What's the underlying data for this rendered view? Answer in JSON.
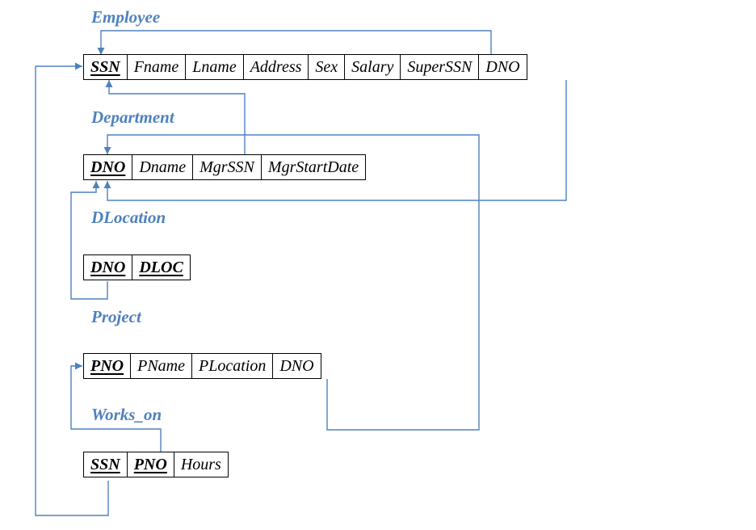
{
  "relations": {
    "employee": {
      "name": "Employee",
      "attributes": [
        {
          "label": "SSN",
          "primary_key": true
        },
        {
          "label": "Fname"
        },
        {
          "label": "Lname"
        },
        {
          "label": "Address"
        },
        {
          "label": "Sex"
        },
        {
          "label": "Salary"
        },
        {
          "label": "SuperSSN"
        },
        {
          "label": "DNO"
        }
      ]
    },
    "department": {
      "name": "Department",
      "attributes": [
        {
          "label": "DNO",
          "primary_key": true
        },
        {
          "label": "Dname"
        },
        {
          "label": "MgrSSN"
        },
        {
          "label": "MgrStartDate"
        }
      ]
    },
    "dlocation": {
      "name": "DLocation",
      "attributes": [
        {
          "label": "DNO",
          "primary_key": true
        },
        {
          "label": "DLOC",
          "primary_key": true
        }
      ]
    },
    "project": {
      "name": "Project",
      "attributes": [
        {
          "label": "PNO",
          "primary_key": true
        },
        {
          "label": "PName"
        },
        {
          "label": "PLocation"
        },
        {
          "label": "DNO"
        }
      ]
    },
    "works_on": {
      "name": "Works_on",
      "attributes": [
        {
          "label": "SSN",
          "primary_key": true
        },
        {
          "label": "PNO",
          "primary_key": true
        },
        {
          "label": "Hours"
        }
      ]
    }
  },
  "foreign_keys": [
    {
      "from": "Employee.SuperSSN",
      "to": "Employee.SSN"
    },
    {
      "from": "Employee.DNO",
      "to": "Department.DNO"
    },
    {
      "from": "Department.MgrSSN",
      "to": "Employee.SSN"
    },
    {
      "from": "DLocation.DNO",
      "to": "Department.DNO"
    },
    {
      "from": "Project.DNO",
      "to": "Department.DNO"
    },
    {
      "from": "Works_on.SSN",
      "to": "Employee.SSN"
    },
    {
      "from": "Works_on.PNO",
      "to": "Project.PNO"
    }
  ],
  "colors": {
    "title": "#4f81bd",
    "arrow": "#4f81bd",
    "cell_border": "#000000",
    "text": "#000000"
  }
}
